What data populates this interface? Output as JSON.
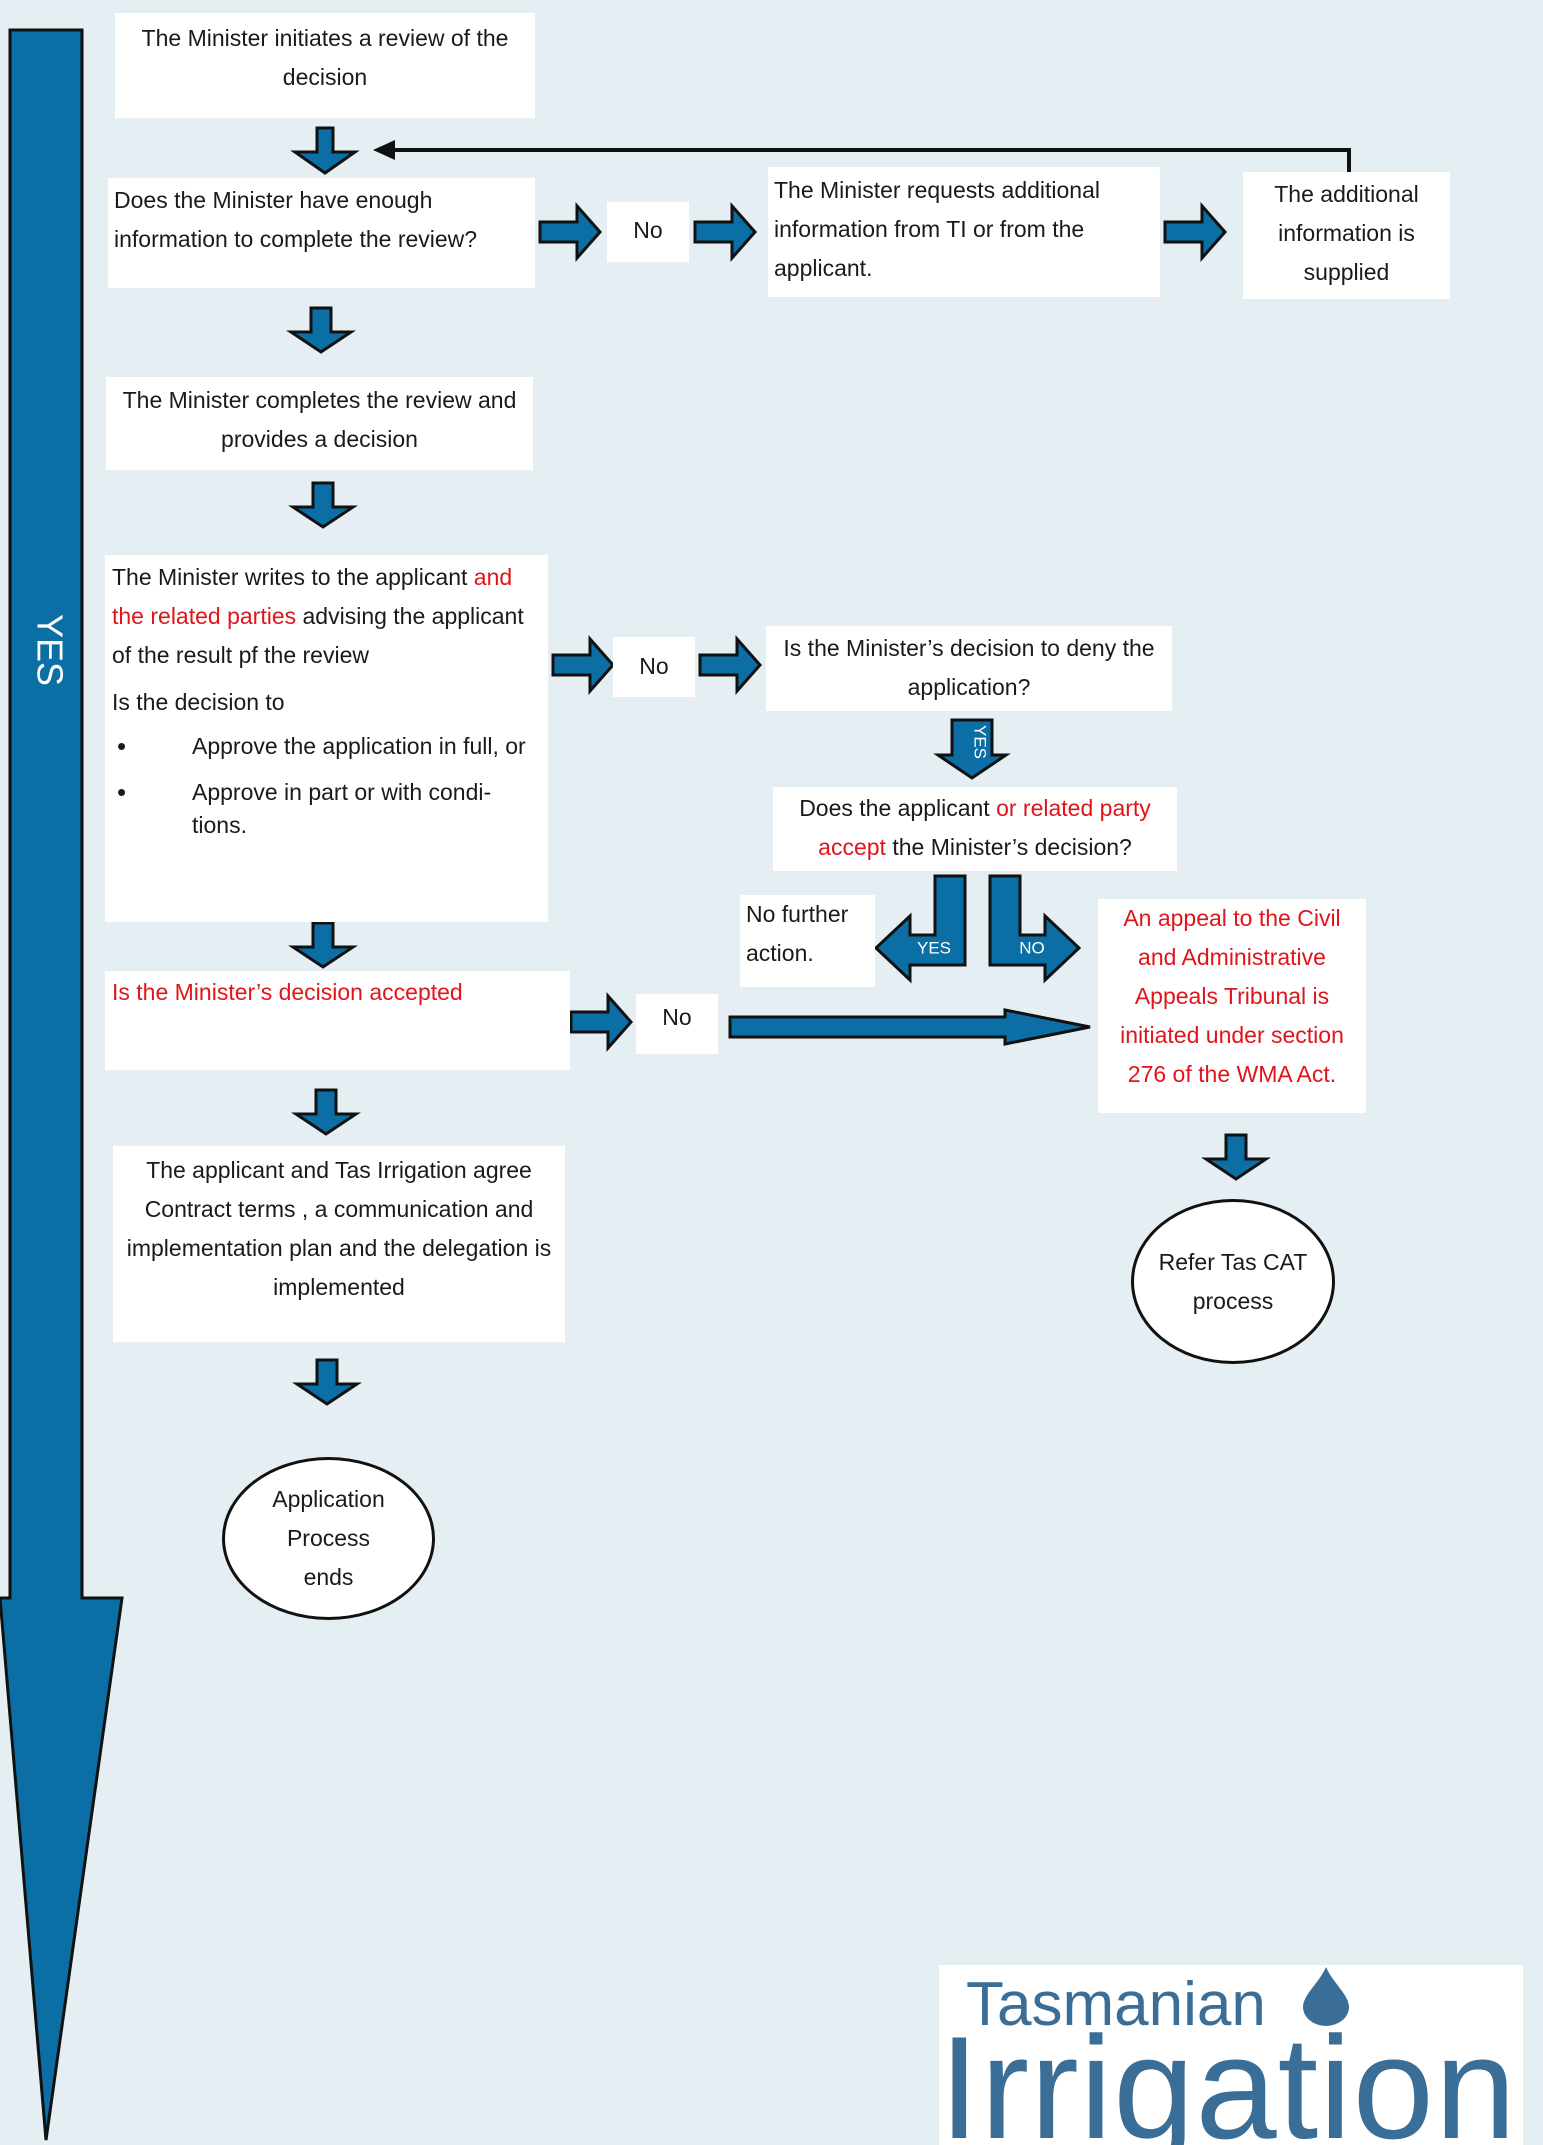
{
  "side_label": "YES",
  "colors": {
    "background": "#e4eef3",
    "arrow_blue": "#0b6fa6",
    "arrow_outline": "#111111",
    "highlight_red": "#e0151b",
    "logo_blue": "#3b6e97"
  },
  "nodes": {
    "initiate": "The Minister initiates a review of the decision",
    "enough_info": "Does the Minister have enough information to complete the review?",
    "no_1": "No",
    "request_info": "The Minister requests additional information from TI or from the applicant.",
    "info_supplied": "The additional information is supplied",
    "complete_review": "The Minister completes the review and provides a decision",
    "writes_part1": "The Minister writes to the applicant ",
    "writes_red": "and the related parties",
    "writes_part2": " advising the applicant of the result pf the review",
    "decision_to": "Is the decision to",
    "bullets": [
      "Approve the application in full, or",
      "Approve in part or with condi-tions."
    ],
    "no_2": "No",
    "deny_question": "Is the Minister’s decision to deny the application?",
    "yes_tag": "YES",
    "accept_part1": "Does the applicant ",
    "accept_red": "or related party accept",
    "accept_part2": " the    Minister’s decision?",
    "no_further": "No further action.",
    "yes_arrow": "YES",
    "no_arrow": "NO",
    "appeal": "An appeal to the Civil and Administrative Appeals Tribunal is initiated under section 276 of the WMA Act.",
    "accepted_question": "Is the Minister’s decision accepted",
    "no_3": "No",
    "agree_terms": "The applicant and Tas Irrigation agree Contract terms , a communication and implementation plan and the delegation is implemented",
    "process_ends": "Application Process ends",
    "refer_cat": "Refer Tas CAT process"
  },
  "logo": {
    "line1": "Tasmanian",
    "line2": "Irrigation",
    "icon": "water-drop-icon"
  }
}
